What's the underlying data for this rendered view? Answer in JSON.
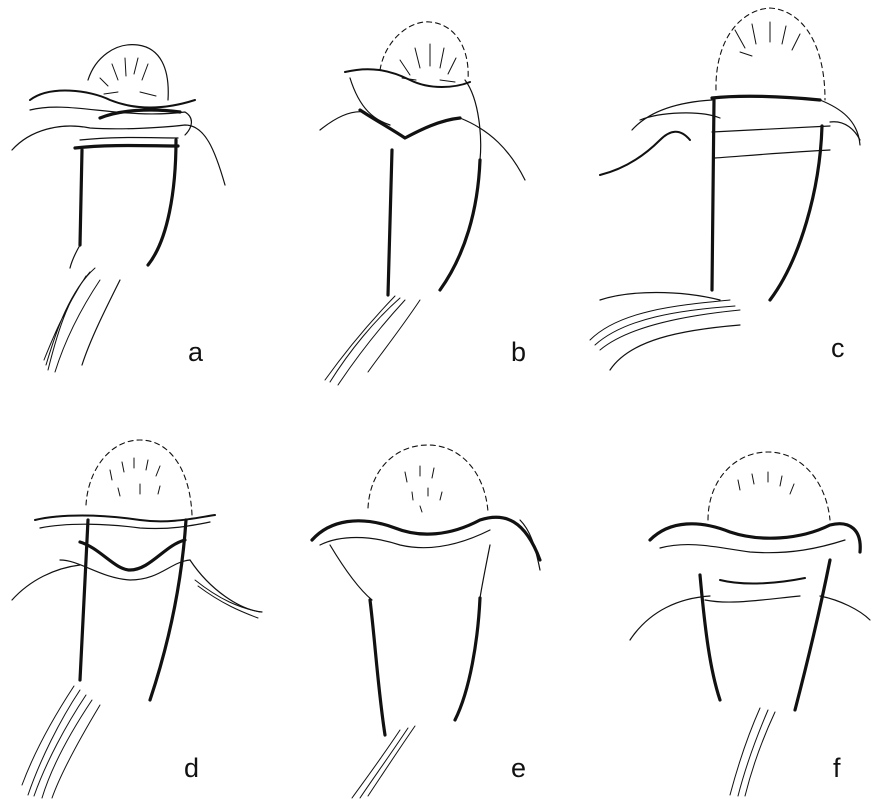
{
  "figure": {
    "panels": [
      {
        "id": "a",
        "label": "a"
      },
      {
        "id": "b",
        "label": "b"
      },
      {
        "id": "c",
        "label": "c"
      },
      {
        "id": "d",
        "label": "d"
      },
      {
        "id": "e",
        "label": "e"
      },
      {
        "id": "f",
        "label": "f"
      }
    ]
  },
  "colors": {
    "ink": "#111111",
    "background": "#ffffff"
  }
}
